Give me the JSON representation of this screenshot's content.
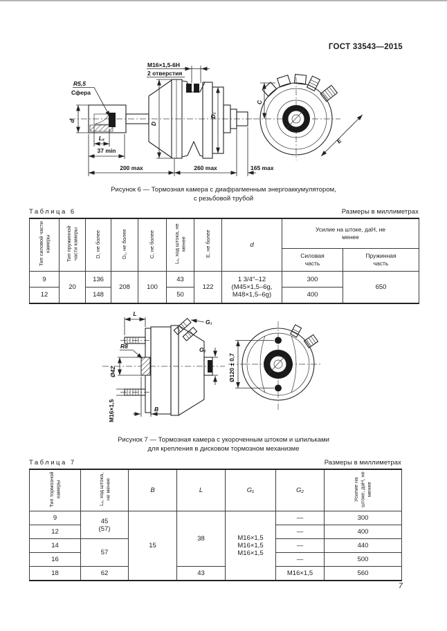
{
  "page": {
    "doc_code": "ГОСТ 33543—2015",
    "page_number": "7"
  },
  "figure6": {
    "caption_line1": "Рисунок 6 — Тормозная камера с диафрагменным энергоаккумулятором,",
    "caption_line2": "с резьбовой трубой",
    "labels": {
      "thread": "М16×1,5-6H",
      "holes": "2 отверстия",
      "radius": "R5,5",
      "sphere": "Сфера",
      "d": "d",
      "lx": "Lₓ",
      "dim37": "37 min",
      "dim200": "200 max",
      "dim260": "260 max",
      "dim165": "165 max",
      "D": "D",
      "D1": "D₁",
      "C": "C",
      "E": "E"
    }
  },
  "table6": {
    "title": "Таблица 6",
    "units": "Размеры в миллиметрах",
    "headers": {
      "col1": "Тип силовой части камеры",
      "col2": "Тип пружинной части камеры",
      "col3": "D, не более",
      "col4": "D₁, не более",
      "col5": "C, не более",
      "col6": "Lₓ, ход штока, не менее",
      "col7": "E, не более",
      "col8": "d",
      "force_group": "Усилие на штоке, даН, не менее",
      "force_power": "Силовая часть",
      "force_spring": "Пружинная часть"
    },
    "cells": {
      "type_power_r1": "9",
      "type_power_r2": "12",
      "type_spring": "20",
      "D_r1": "136",
      "D_r2": "148",
      "D1": "208",
      "C": "100",
      "lx_r1": "43",
      "lx_r2": "50",
      "E": "122",
      "d_a": "1 3/4″–12",
      "d_b": "(М45×1,5–6g,",
      "d_c": "М48×1,5–6g)",
      "force_power_r1": "300",
      "force_power_r2": "400",
      "force_spring": "650"
    }
  },
  "figure7": {
    "caption_line1": "Рисунок 7 — Тормозная камера с укороченным штоком и шпильками",
    "caption_line2": "для крепления в дисковом тормозном механизме",
    "labels": {
      "L": "L",
      "B": "B",
      "G1": "G₁",
      "G2": "G₂",
      "R8": "R8",
      "d42": "Ø42",
      "d120": "Ø120 ± 0,7",
      "thread": "М16×1,5"
    }
  },
  "table7": {
    "title": "Таблица 7",
    "units": "Размеры в миллиметрах",
    "headers": {
      "col1": "Тип тормозной камеры",
      "col2": "Lₓ, ход штока, не менее",
      "col3": "B",
      "col4": "L",
      "col5": "G₁",
      "col6": "G₂",
      "col7": "Усилие на штоке, даН, не менее"
    },
    "cells": {
      "type_r1": "9",
      "type_r2": "12",
      "type_r3": "14",
      "type_r4": "16",
      "type_r5": "18",
      "lx_r12_a": "45",
      "lx_r12_b": "(57)",
      "lx_r34": "57",
      "lx_r5": "62",
      "b_all": "15",
      "l_r14": "38",
      "l_r5": "43",
      "g1_a": "М16×1,5",
      "g1_b": "М16×1,5",
      "g1_c": "М16×1,5",
      "g2_r1": "—",
      "g2_r2": "—",
      "g2_r3": "—",
      "g2_r4": "—",
      "g2_r5": "М16×1,5",
      "f_r1": "300",
      "f_r2": "400",
      "f_r3": "440",
      "f_r4": "500",
      "f_r5": "560"
    }
  }
}
